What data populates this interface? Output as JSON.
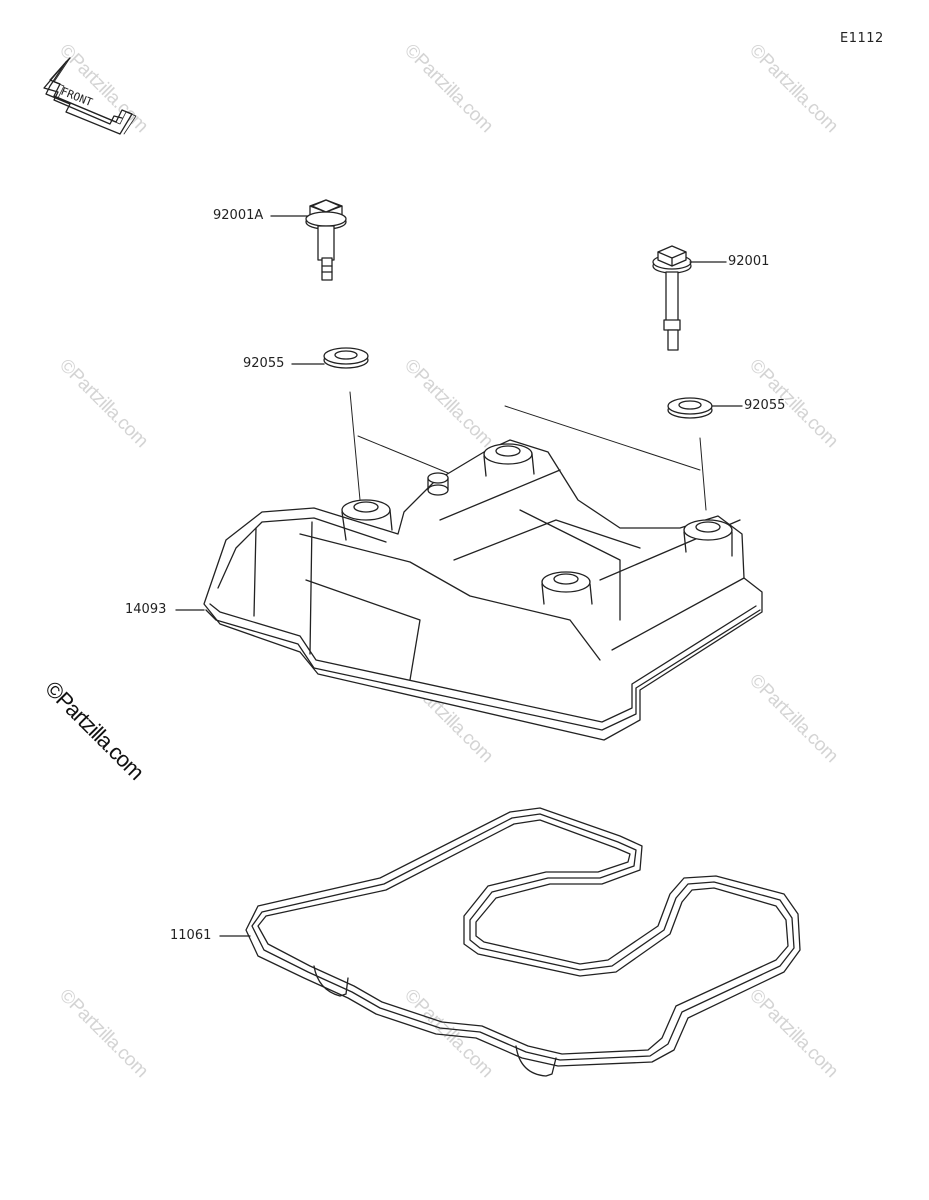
{
  "diagram": {
    "code": "E1112",
    "front_arrow_text": "FRONT",
    "watermark_text": "©Partzilla.com",
    "main_watermark_text": "©Partzilla.com"
  },
  "parts": [
    {
      "id": "bolt-a",
      "number": "92001A"
    },
    {
      "id": "bolt",
      "number": "92001"
    },
    {
      "id": "washer-left",
      "number": "92055"
    },
    {
      "id": "washer-right",
      "number": "92055"
    },
    {
      "id": "cylinder-head-cover",
      "number": "14093"
    },
    {
      "id": "gasket",
      "number": "11061"
    }
  ]
}
